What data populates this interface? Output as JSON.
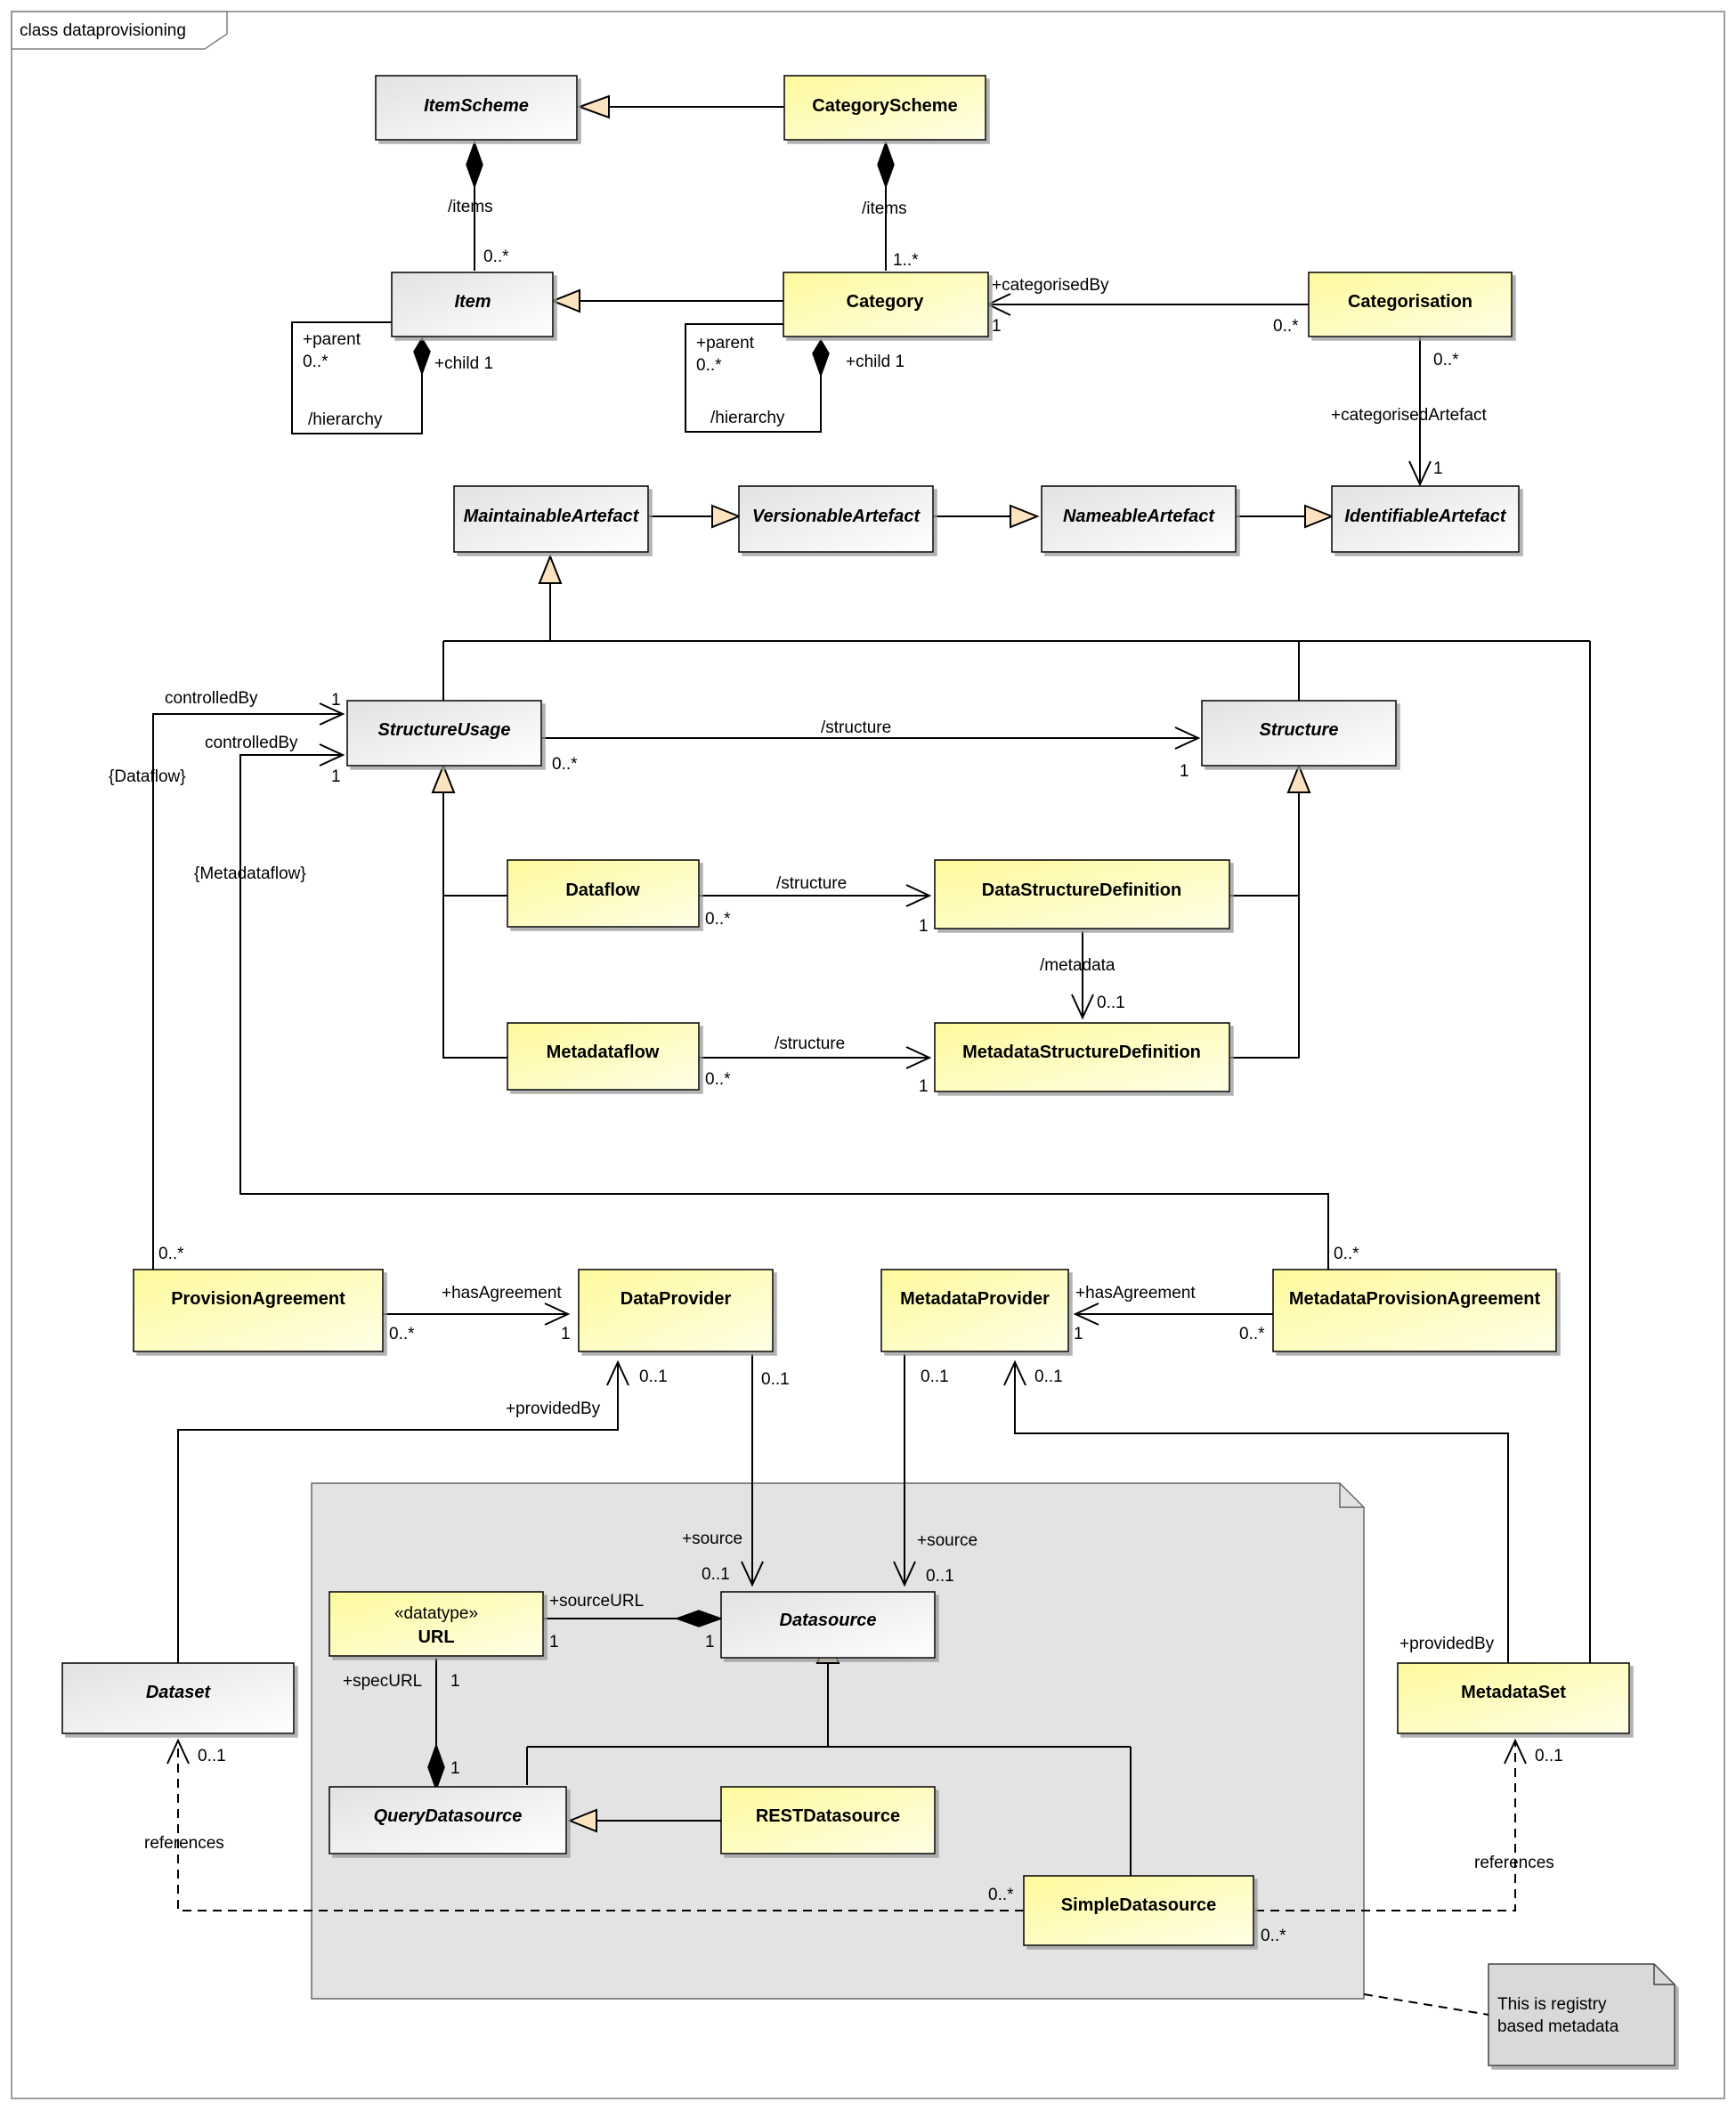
{
  "frame": {
    "title": "class dataprovisioning"
  },
  "classes": {
    "item_scheme": "ItemScheme",
    "category_scheme": "CategoryScheme",
    "item": "Item",
    "category": "Category",
    "categorisation": "Categorisation",
    "maintainable_artefact": "MaintainableArtefact",
    "versionable_artefact": "VersionableArtefact",
    "nameable_artefact": "NameableArtefact",
    "identifiable_artefact": "IdentifiableArtefact",
    "structure_usage": "StructureUsage",
    "structure": "Structure",
    "dataflow": "Dataflow",
    "data_structure_definition": "DataStructureDefinition",
    "metadataflow": "Metadataflow",
    "metadata_structure_definition": "MetadataStructureDefinition",
    "provision_agreement": "ProvisionAgreement",
    "data_provider": "DataProvider",
    "metadata_provider": "MetadataProvider",
    "metadata_provision_agreement": "MetadataProvisionAgreement",
    "url_stereotype": "«datatype»",
    "url": "URL",
    "datasource": "Datasource",
    "dataset": "Dataset",
    "metadata_set": "MetadataSet",
    "query_datasource": "QueryDatasource",
    "rest_datasource": "RESTDatasource",
    "simple_datasource": "SimpleDatasource"
  },
  "labels": {
    "items_1": "/items",
    "items_1_mult": "0..*",
    "items_2": "/items",
    "items_2_mult": "1..*",
    "item_parent": "+parent",
    "item_parent_mult": "0..*",
    "item_child": "+child 1",
    "item_hierarchy": "/hierarchy",
    "cat_parent": "+parent",
    "cat_parent_mult": "0..*",
    "cat_child": "+child 1",
    "cat_hierarchy": "/hierarchy",
    "categorised_by": "+categorisedBy",
    "categorised_by_mult": "1",
    "categorisation_mult": "0..*",
    "categorisation_art_mult": "0..*",
    "categorised_artefact": "+categorisedArtefact",
    "categorised_artefact_mult": "1",
    "controlled_by_1": "controlledBy",
    "controlled_by_1_mult": "1",
    "controlled_by_2": "controlledBy",
    "controlled_by_2_mult": "1",
    "dataflow_constraint": "{Dataflow}",
    "metadataflow_constraint": "{Metadataflow}",
    "su_structure": "/structure",
    "su_structure_src": "0..*",
    "su_structure_tgt": "1",
    "df_structure": "/structure",
    "df_structure_src": "0..*",
    "df_structure_tgt": "1",
    "dsd_metadata": "/metadata",
    "dsd_metadata_mult": "0..1",
    "mdf_structure": "/structure",
    "mdf_structure_src": "0..*",
    "mdf_structure_tgt": "1",
    "pa_mult": "0..*",
    "mpa_mult": "0..*",
    "pa_has_agreement": "+hasAgreement",
    "pa_has_agreement_src": "0..*",
    "pa_has_agreement_tgt": "1",
    "mpa_has_agreement": "+hasAgreement",
    "mpa_has_agreement_src": "0..*",
    "mpa_has_agreement_tgt": "1",
    "dp_provided_mult": "0..1",
    "dp_provided_by": "+providedBy",
    "dp_source_mult": "0..1",
    "mp_source_mult": "0..1",
    "mp_provided_mult": "0..1",
    "source_1": "+source",
    "source_1_mult": "0..1",
    "source_2": "+source",
    "source_2_mult": "0..1",
    "source_url": "+sourceURL",
    "source_url_src": "1",
    "source_url_tgt": "1",
    "spec_url": "+specURL",
    "spec_url_src": "1",
    "spec_url_tgt": "1",
    "ms_provided_by": "+providedBy",
    "dataset_ref_mult": "0..1",
    "dataset_references": "references",
    "ms_ref_mult": "0..1",
    "ms_references": "references",
    "simple_ds_left_mult": "0..*",
    "simple_ds_right_mult": "0..*"
  },
  "note": {
    "line1": "This is registry",
    "line2": "based metadata"
  },
  "colors": {
    "concrete_fill": "#fdfbb8",
    "abstract_fill": "#f2f2f2",
    "package_fill": "#e3e3e3",
    "generalization_arrow": "#fbe3bf"
  }
}
